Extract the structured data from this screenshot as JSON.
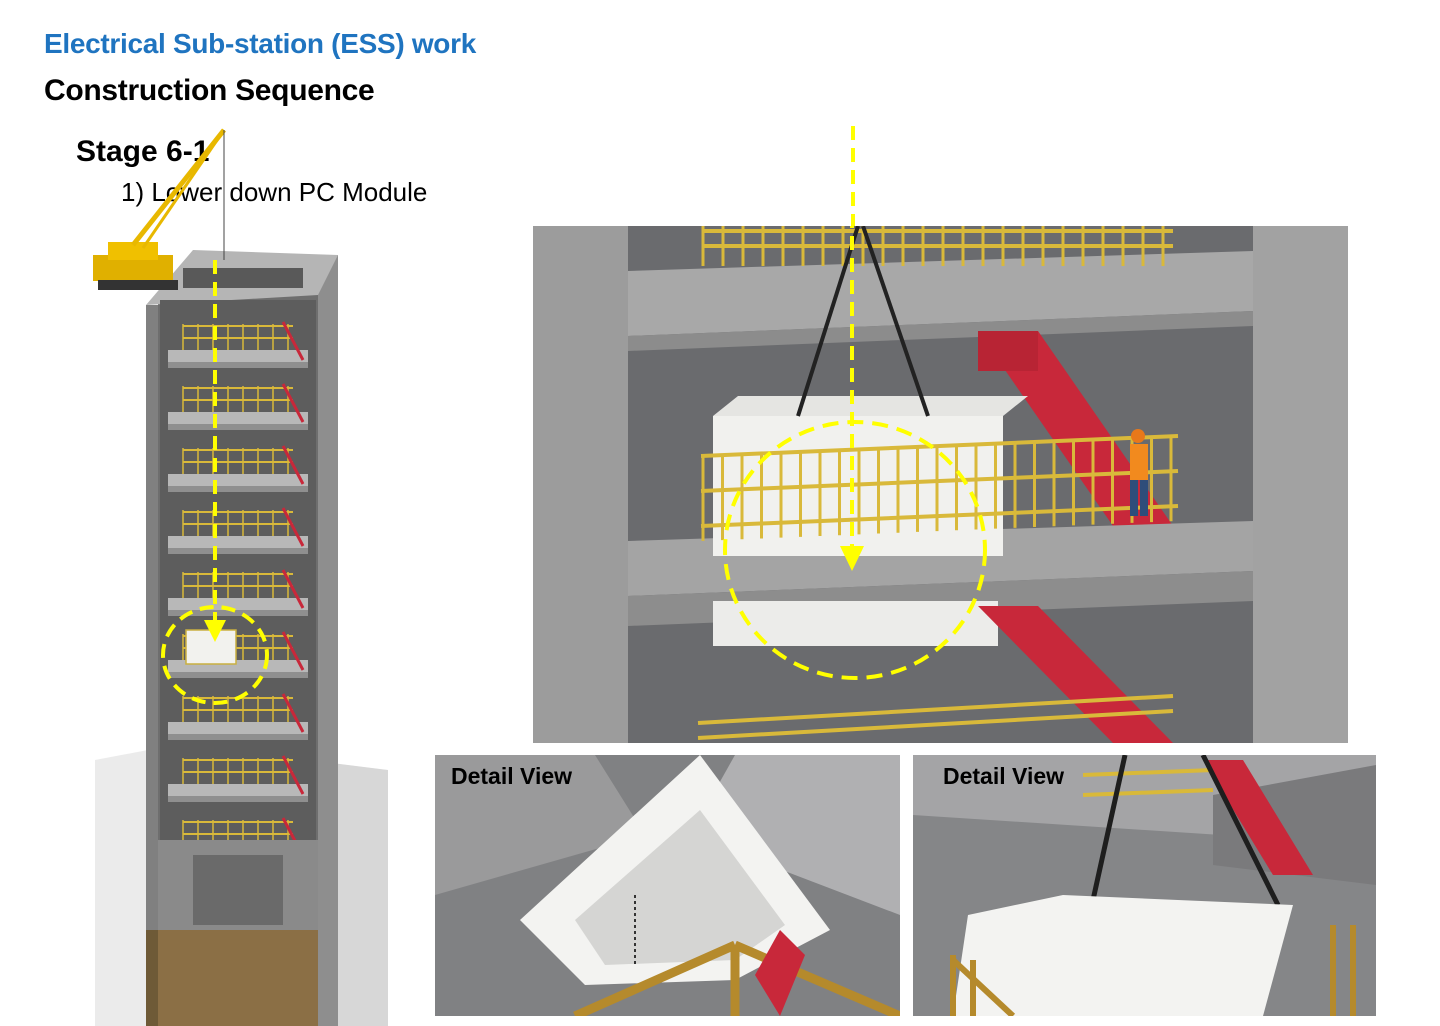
{
  "header": {
    "title": "Electrical Sub-station (ESS) work",
    "subtitle": "Construction Sequence"
  },
  "stage": {
    "label": "Stage 6-1",
    "step": "1) Lower down PC Module"
  },
  "details": {
    "left_label": "Detail View",
    "right_label": "Detail View"
  },
  "colors": {
    "title_blue": "#1f74c0",
    "highlight_yellow": "#ffff00",
    "railing_yellow": "#d9b93a",
    "stair_red": "#c8283a",
    "concrete": "#9a9a9a"
  }
}
